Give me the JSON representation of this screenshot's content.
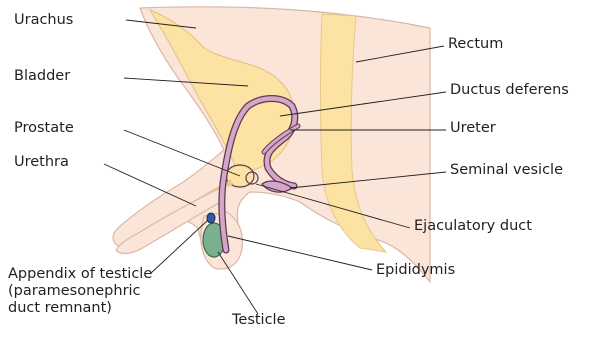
{
  "labels": {
    "urachus": "Urachus",
    "bladder": "Bladder",
    "prostate": "Prostate",
    "urethra": "Urethra",
    "appendix_of_testicle": [
      "Appendix of testicle",
      "(paramesonephric",
      "duct remnant)"
    ],
    "testicle": "Testicle",
    "rectum": "Rectum",
    "ductus_deferens": "Ductus deferens",
    "ureter": "Ureter",
    "seminal_vesicle": "Seminal vesicle",
    "ejaculatory_duct": "Ejaculatory duct",
    "epididymis": "Epididymis"
  },
  "colors": {
    "body": "#fbe4d8",
    "body_outline": "#d9b8a8",
    "bladder": "#fce3a4",
    "rectum_band": "#fce3a4",
    "duct": "#d6a6c8",
    "duct_outline": "#5a3a4e",
    "testicle": "#79b08e",
    "appendix": "#2d5aa8",
    "leader": "#231f20"
  }
}
